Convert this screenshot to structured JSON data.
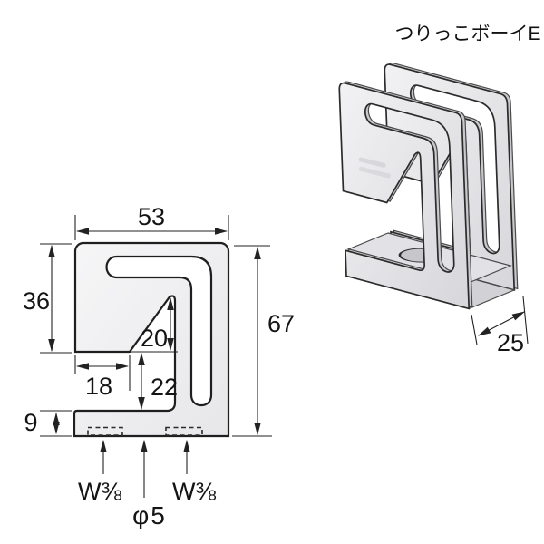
{
  "title": "つりっこボーイE",
  "colors": {
    "line": "#1f1f1f",
    "dimension_line": "#222222",
    "part_fill_light": "#f3f3f4",
    "part_fill_dark": "#d8d8db",
    "background": "#ffffff",
    "text": "#141414"
  },
  "side_view": {
    "dims": {
      "top_width": "53",
      "upper_height": "36",
      "total_height": "67",
      "notch_rise": "20",
      "notch_run": "18",
      "lower_height": "22",
      "base_height": "9"
    },
    "labels": {
      "bolt_left": "W⅜",
      "bolt_right": "W⅜",
      "hole": "φ5"
    }
  },
  "iso_view": {
    "dims": {
      "depth": "25"
    }
  }
}
